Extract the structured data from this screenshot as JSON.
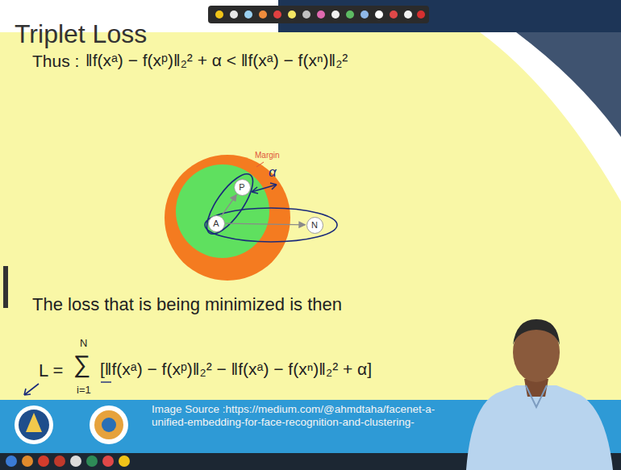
{
  "diagram": {
    "title": "Triplet Loss",
    "nodes": [
      {
        "text": [
          "P"
        ]
      },
      {
        "text": [
          "A"
        ]
      },
      {
        "text": [
          "N"
        ]
      }
    ],
    "edges": [
      {
        "from": 1,
        "to": 0,
        "arrow": "to"
      },
      {
        "from": 1,
        "to": 2,
        "arrow": "to"
      }
    ],
    "labels": [
      "Thus :",
      "‖f(xᵃ) − f(xᵖ)‖₂² + α < ‖f(xᵃ) − f(xⁿ)‖₂²",
      "Margin",
      "α",
      "The loss that is being minimized is then",
      "L =",
      "N",
      "∑",
      "i=1",
      "[‖f(xᵃ) − f(xᵖ)‖₂² − ‖f(xᵃ) − f(xⁿ)‖₂² + α]",
      "Image Source :https://medium.com/@ahmdtaha/facenet-a-unified-embedding-for-face-recognition-and-clustering-"
    ]
  }
}
